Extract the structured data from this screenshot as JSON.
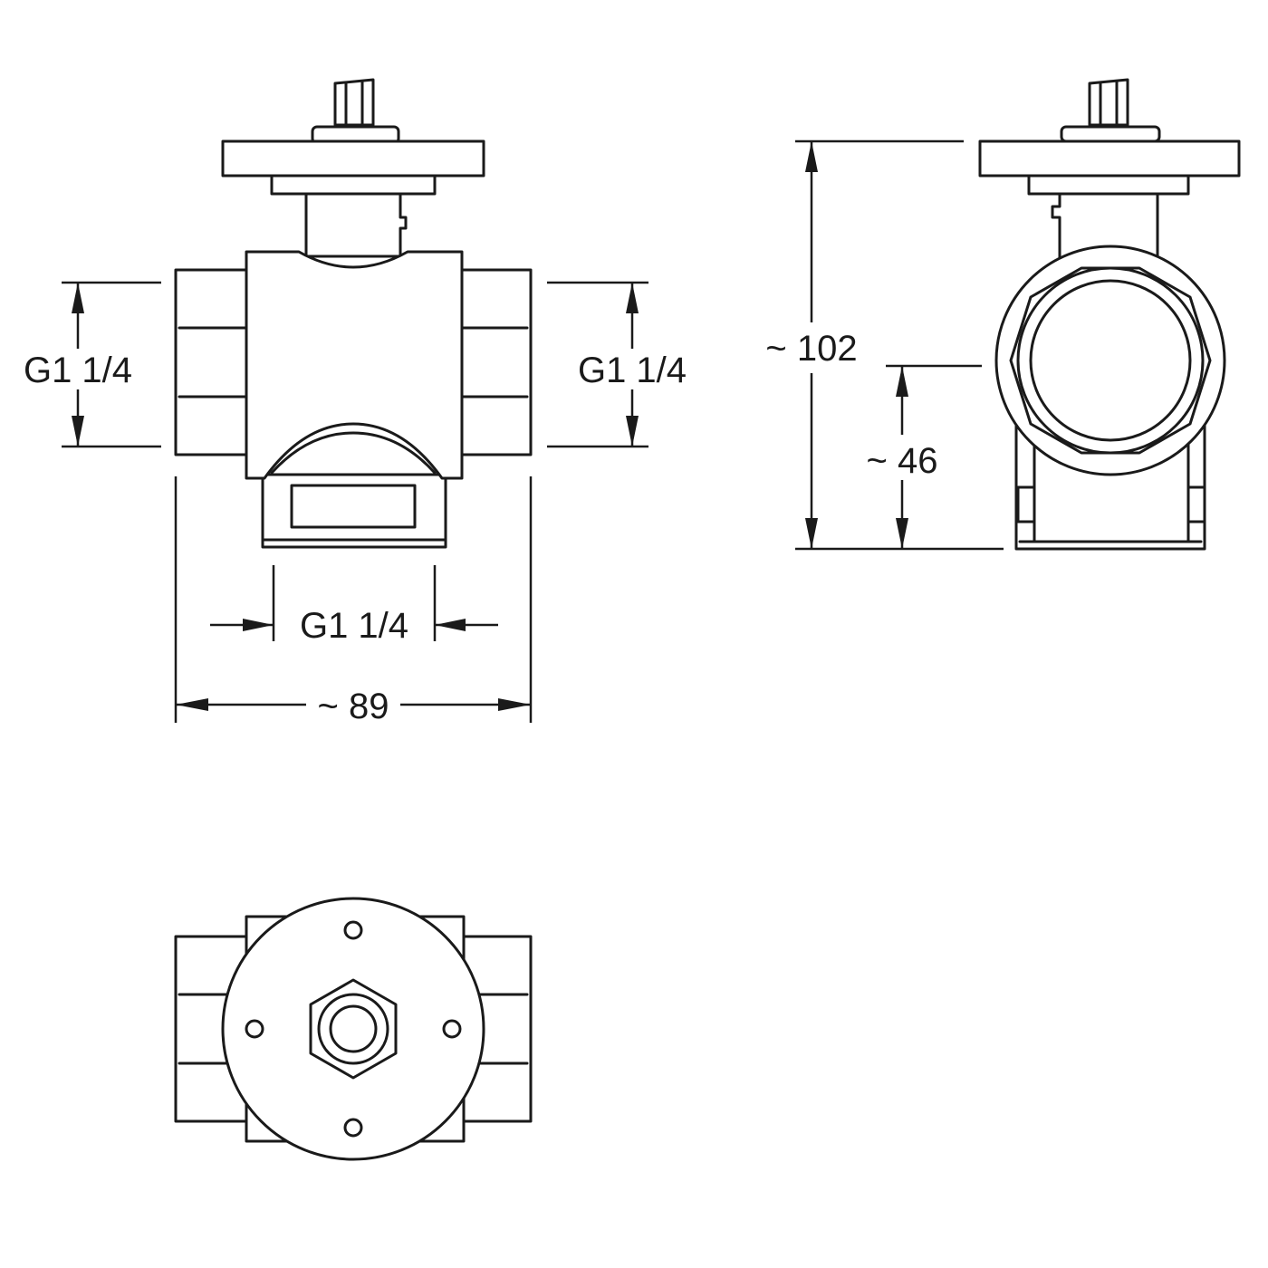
{
  "dimensions": {
    "front_left_port": "G1 1/4",
    "front_right_port": "G1 1/4",
    "bottom_port": "G1 1/4",
    "overall_width": "~ 89",
    "overall_height": "~ 102",
    "axis_height": "~ 46"
  },
  "colors": {
    "line": "#1a1a1a",
    "background": "#ffffff"
  }
}
